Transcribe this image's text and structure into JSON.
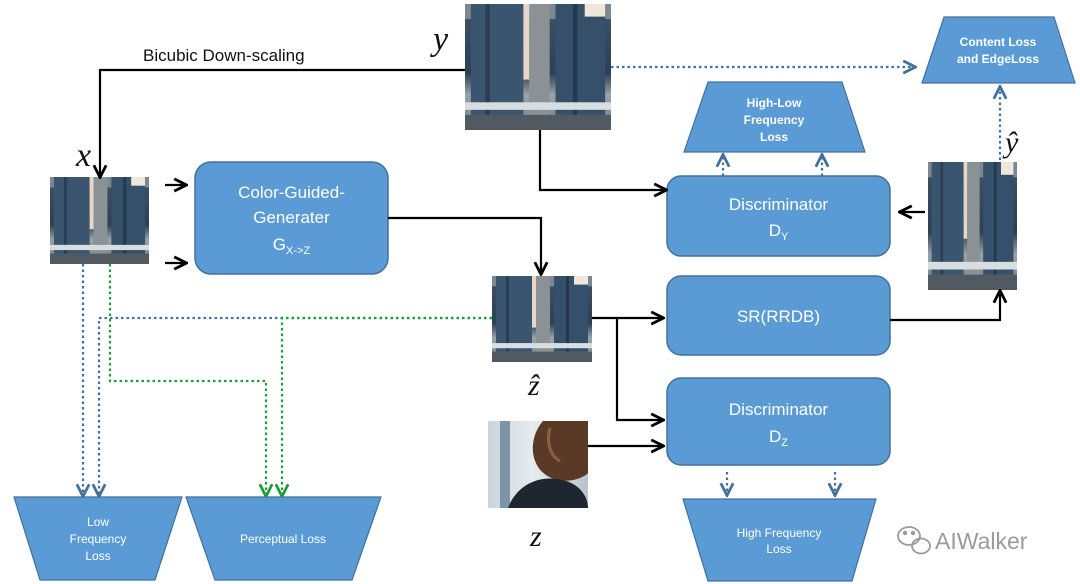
{
  "colors": {
    "box_fill": "#5b9bd5",
    "box_stroke": "#41719c",
    "box_text": "#ffffff",
    "arrow_solid": "#000000",
    "dotted_blue": "#41719c",
    "dotted_green": "#1e9c3a",
    "watermark": "#9a9a9a"
  },
  "labels": {
    "bicubic": "Bicubic Down-scaling",
    "var_y": "y",
    "var_x": "x",
    "var_z_hat": "ẑ",
    "var_z": "z",
    "var_y_hat": "ŷ"
  },
  "boxes": {
    "generator_line1": "Color-Guided-",
    "generator_line2": "Generater",
    "generator_sym": "G",
    "generator_sub": "X->Z",
    "disc_y": "Discriminator",
    "disc_y_sym": "D",
    "disc_y_sub": "Y",
    "sr": "SR(RRDB)",
    "disc_z": "Discriminator",
    "disc_z_sym": "D",
    "disc_z_sub": "Z"
  },
  "losses": {
    "content_line1": "Content Loss",
    "content_line2": "and EdgeLoss",
    "hl_line1": "High-Low",
    "hl_line2": "Frequency",
    "hl_line3": "Loss",
    "low_line1": "Low",
    "low_line2": "Frequency",
    "low_line3": "Loss",
    "perceptual": "Perceptual Loss",
    "high_line1": "High Frequency",
    "high_line2": "Loss"
  },
  "watermark": "AIWalker",
  "icons": {
    "images": "photo-thumbnail-icon",
    "watermark": "wechat-logo-icon"
  }
}
